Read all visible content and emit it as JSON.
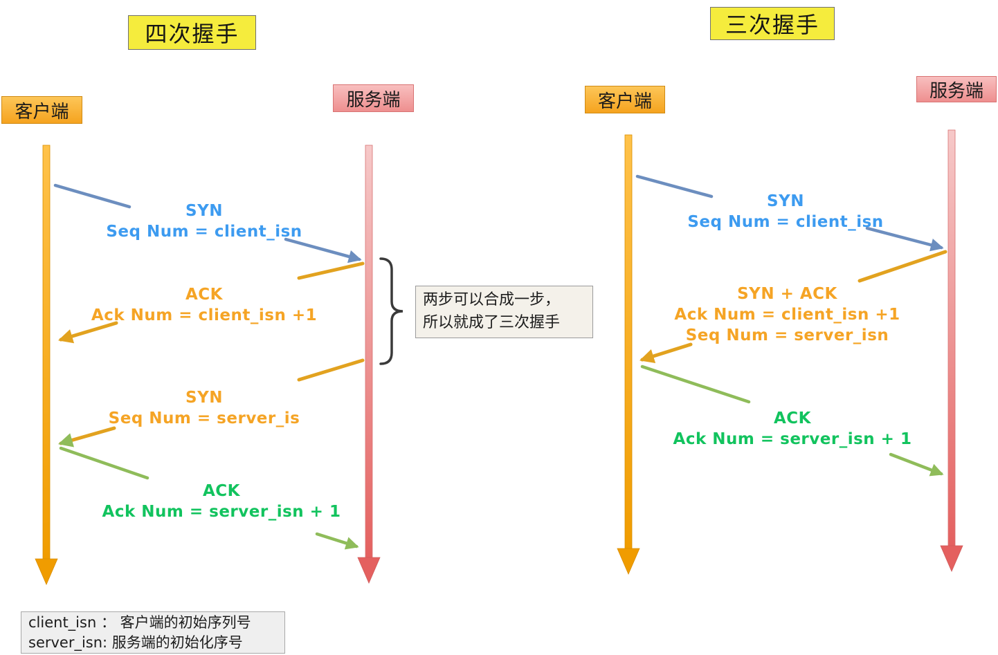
{
  "left": {
    "title": "四次握手",
    "client_label": "客户端",
    "server_label": "服务端",
    "messages": {
      "syn1": {
        "l1": "SYN",
        "l2": "Seq Num = client_isn"
      },
      "ack1": {
        "l1": "ACK",
        "l2": "Ack Num =  client_isn +1"
      },
      "syn2": {
        "l1": "SYN",
        "l2": "Seq Num = server_is"
      },
      "ack2": {
        "l1": "ACK",
        "l2": "Ack Num = server_isn + 1"
      }
    },
    "annotation": {
      "l1": "两步可以合成一步，",
      "l2": "所以就成了三次握手"
    }
  },
  "right": {
    "title": "三次握手",
    "client_label": "客户端",
    "server_label": "服务端",
    "messages": {
      "syn": {
        "l1": "SYN",
        "l2": "Seq Num = client_isn"
      },
      "synack": {
        "l1": "SYN + ACK",
        "l2": "Ack Num =  client_isn +1",
        "l3": "Seq Num = server_isn"
      },
      "ack": {
        "l1": "ACK",
        "l2": "Ack Num = server_isn + 1"
      }
    }
  },
  "legend": {
    "l1": "client_isn ：  客户端的初始序列号",
    "l2": "server_isn:   服务端的初始化序号"
  },
  "colors": {
    "title_yellow": "#F5EC3D",
    "client_orange": "#F5A31F",
    "server_pink": "#EE8F8F",
    "timeline_orange": "#F5A81D",
    "timeline_pink_top": "#F6C9C9",
    "timeline_pink_bottom": "#E4605F",
    "syn_text_blue": "#3D9BF0",
    "syn_line_blue": "#6C8EBF",
    "ack_text_orange": "#F5A425",
    "ack_line_orange": "#E2A21F",
    "ack_text_green": "#12C35E",
    "ack_line_green": "#8FBC5A"
  }
}
